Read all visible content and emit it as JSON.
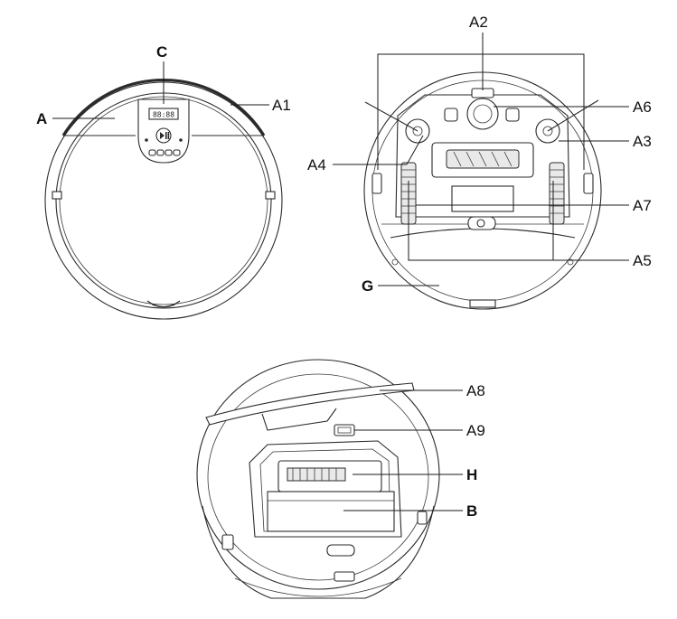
{
  "labels": {
    "top_view": {
      "a": "A",
      "a1": "A1",
      "c": "C"
    },
    "bottom_view": {
      "a2": "A2",
      "a6": "A6",
      "a3": "A3",
      "a4": "A4",
      "a7": "A7",
      "a5": "A5",
      "g": "G"
    },
    "open_view": {
      "a8": "A8",
      "a9": "A9",
      "h": "H",
      "b": "B"
    }
  },
  "display": {
    "digits": "88:88"
  },
  "colors": {
    "line": "#2b2b2b",
    "label": "#111111",
    "background": "#ffffff"
  }
}
